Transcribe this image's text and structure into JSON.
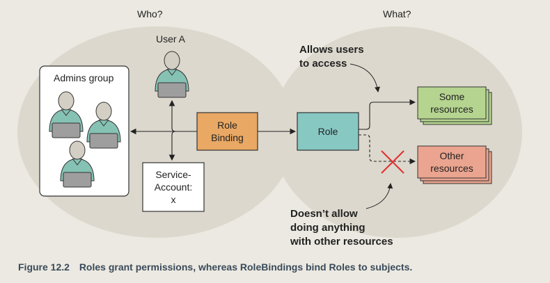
{
  "headers": {
    "who": "Who?",
    "what": "What?"
  },
  "subjects": {
    "group_label": "Admins group",
    "user_label": "User A",
    "service_account_label": "Service-\nAccount:\nx"
  },
  "binding": {
    "label": "Role\nBinding"
  },
  "role": {
    "label": "Role"
  },
  "resources": {
    "some": "Some\nresources",
    "other": "Other\nresources"
  },
  "annotations": {
    "allows": "Allows users\nto access",
    "denies": "Doesn’t allow\ndoing anything\nwith other resources"
  },
  "caption": {
    "number": "Figure 12.2",
    "text": "Roles grant permissions, whereas RoleBindings bind Roles to subjects."
  },
  "colors": {
    "background": "#ebe9e1",
    "ellipse": "#dcd8cd",
    "role_binding": "#e9a864",
    "role": "#87c8c3",
    "some_resources": "#b5d48f",
    "other_resources": "#eaa48f",
    "person_body": "#86c2b4",
    "laptop": "#9e9e9e",
    "deny_mark": "#e03030"
  }
}
